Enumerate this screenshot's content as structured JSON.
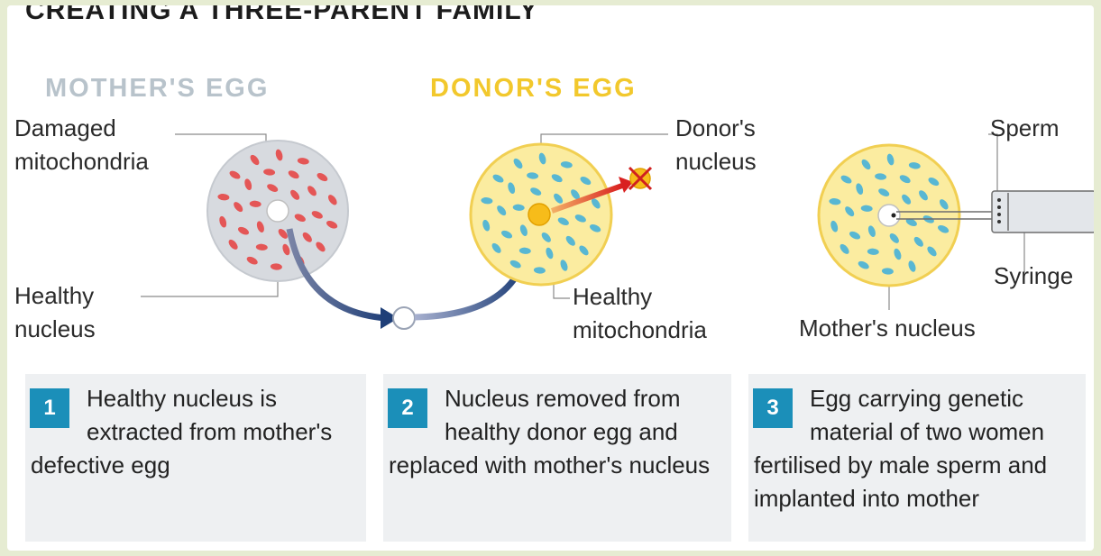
{
  "title": "CREATING A THREE-PARENT FAMILY",
  "colors": {
    "mother_egg_heading": "#b8c3cb",
    "donor_egg_heading": "#f2c82c",
    "step_badge": "#1b8fb9",
    "arrow": "#1f3f78",
    "damaged_mitochondria": "#e45656",
    "healthy_mitochondria": "#58b7d3",
    "donor_egg_fill": "#fbeca0"
  },
  "mother_egg": {
    "heading": "MOTHER'S EGG",
    "damaged_label": "Damaged\nmitochondria",
    "healthy_nucleus_label": "Healthy\nnucleus"
  },
  "donor_egg": {
    "heading": "DONOR'S EGG",
    "donor_nucleus_label": "Donor's\nnucleus",
    "healthy_mito_label": "Healthy\nmitochondria"
  },
  "result_egg": {
    "sperm_label": "Sperm",
    "syringe_label": "Syringe",
    "mother_nucleus_label": "Mother's nucleus"
  },
  "steps": [
    {
      "number": "1",
      "text": "Healthy nucleus is extracted from mother's defective egg"
    },
    {
      "number": "2",
      "text": "Nucleus removed from healthy donor egg and replaced with mother's nucleus"
    },
    {
      "number": "3",
      "text": "Egg carrying genetic material of two women fertilised by male sperm and implanted into mother"
    }
  ]
}
